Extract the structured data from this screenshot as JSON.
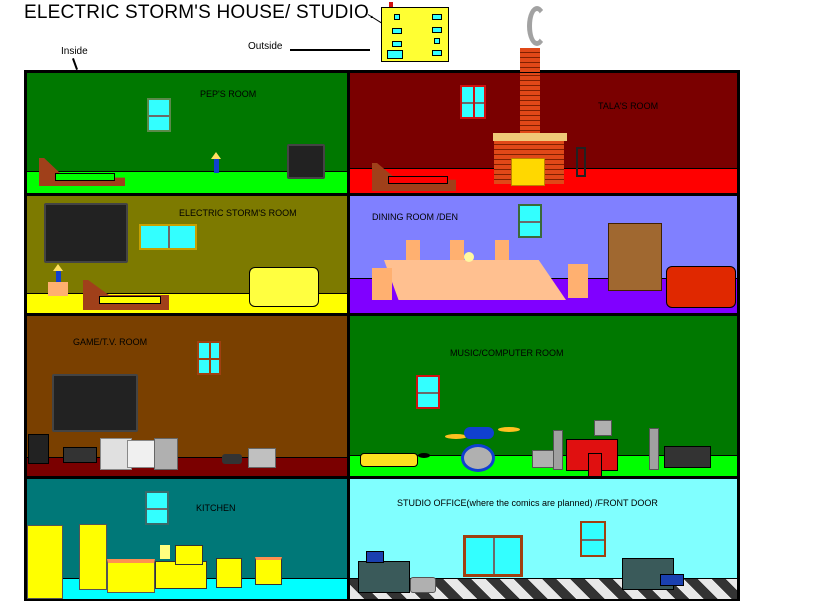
{
  "header": {
    "title": "ELECTRIC STORM'S HOUSE/ STUDIO.",
    "outside_label": "Outside",
    "inside_label": "Inside"
  },
  "colors": {
    "frame": "#000000",
    "house_exterior": "#ffff33",
    "window_glass": "#33ffff"
  },
  "rooms": [
    {
      "id": "peps-room",
      "label": "PEP'S  ROOM",
      "wall": "#007800",
      "floor": "#00ff00",
      "items": [
        "window",
        "bed",
        "lamp",
        "tv"
      ]
    },
    {
      "id": "talas-room",
      "label": "TALA'S  ROOM",
      "wall": "#7a0000",
      "floor": "#ff0000",
      "items": [
        "window",
        "bed",
        "brick-fireplace",
        "chimney",
        "smoke",
        "fireplace-tools"
      ]
    },
    {
      "id": "electric-storms-room",
      "label": "ELECTRIC STORM'S ROOM",
      "wall": "#7d7a00",
      "floor": "#ffff00",
      "items": [
        "wall-tv",
        "window",
        "lamp",
        "side-table",
        "bed",
        "sofa"
      ]
    },
    {
      "id": "dining-room-den",
      "label": "DINING ROOM /DEN",
      "wall": "#8080ff",
      "floor": "#8000ff",
      "items": [
        "window",
        "dining-table",
        "chairs",
        "candle",
        "bookshelf",
        "sofa"
      ]
    },
    {
      "id": "game-tv-room",
      "label": "GAME/T.V. ROOM",
      "wall": "#7a4000",
      "floor": "#7a0000",
      "items": [
        "window",
        "wall-tv",
        "stereo",
        "dvd-player",
        "xbox-360",
        "wii",
        "ps3",
        "psp",
        "nintendo-ds"
      ]
    },
    {
      "id": "music-computer-room",
      "label": "MUSIC/COMPUTER ROOM",
      "wall": "#007800",
      "floor": "#00ff00",
      "items": [
        "window",
        "electric-guitar",
        "drum-kit",
        "printer",
        "speakers",
        "computer-desk",
        "office-chair",
        "keyboard-piano"
      ]
    },
    {
      "id": "kitchen",
      "label": "KITCHEN",
      "wall": "#007878",
      "floor": "#00ffff",
      "items": [
        "window",
        "refrigerator",
        "fridge",
        "sink",
        "blender",
        "microwave",
        "drawers",
        "stove",
        "dishwasher"
      ]
    },
    {
      "id": "studio-office",
      "label": "STUDIO OFFICE(where the comics are planned) /FRONT DOOR",
      "wall": "#80ffff",
      "floor": "checker",
      "items": [
        "front-door",
        "window",
        "desk-with-laptop",
        "scanner",
        "drafting-desk",
        "blue-chair"
      ]
    }
  ]
}
